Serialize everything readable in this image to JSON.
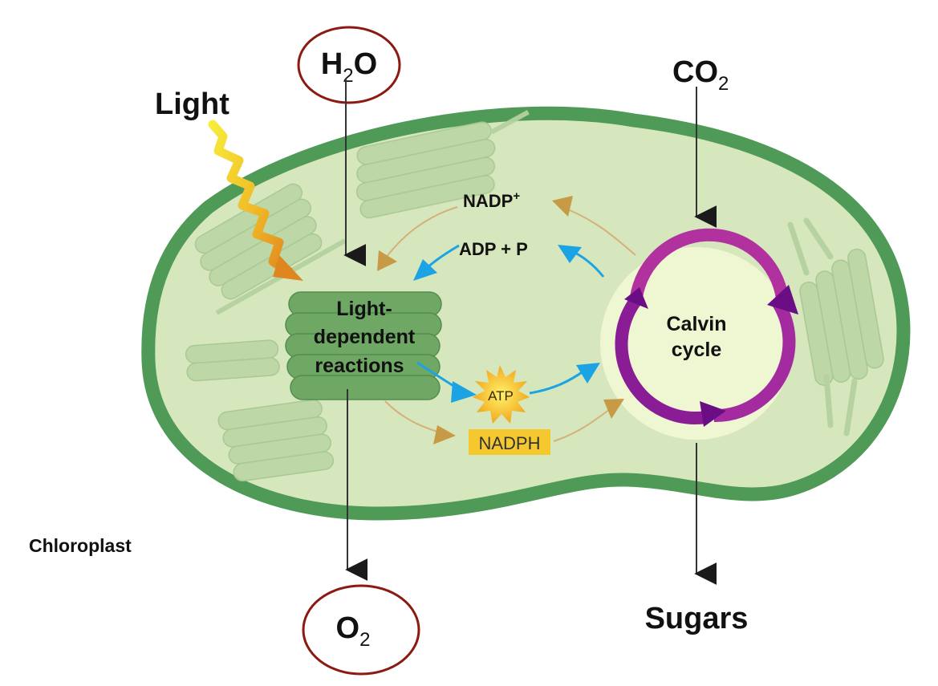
{
  "diagram": {
    "title": "Photosynthesis in the chloroplast",
    "labels": {
      "light": "Light",
      "h2o_main": "H",
      "h2o_sub": "2",
      "h2o_end": "O",
      "co2_main": "CO",
      "co2_sub": "2",
      "o2_main": "O",
      "o2_sub": "2",
      "sugars": "Sugars",
      "chloroplast": "Chloroplast",
      "ldr_line1": "Light-",
      "ldr_line2": "dependent",
      "ldr_line3": "reactions",
      "calvin_line1": "Calvin",
      "calvin_line2": "cycle",
      "nadp_plus": "NADP",
      "nadp_plus_sup": "+",
      "adp_p": "ADP + P",
      "atp": "ATP",
      "nadph": "NADPH"
    },
    "flows": [
      {
        "from": "Light",
        "to": "Light-dependent reactions"
      },
      {
        "from": "H2O",
        "to": "Light-dependent reactions"
      },
      {
        "from": "Light-dependent reactions",
        "to": "O2"
      },
      {
        "from": "Light-dependent reactions",
        "to": "ATP"
      },
      {
        "from": "Light-dependent reactions",
        "to": "NADPH"
      },
      {
        "from": "ATP",
        "to": "Calvin cycle"
      },
      {
        "from": "NADPH",
        "to": "Calvin cycle"
      },
      {
        "from": "Calvin cycle",
        "to": "ADP + P"
      },
      {
        "from": "Calvin cycle",
        "to": "NADP+"
      },
      {
        "from": "ADP + P",
        "to": "Light-dependent reactions"
      },
      {
        "from": "NADP+",
        "to": "Light-dependent reactions"
      },
      {
        "from": "CO2",
        "to": "Calvin cycle"
      },
      {
        "from": "Calvin cycle",
        "to": "Sugars"
      }
    ],
    "colors": {
      "membrane": "#4e9a56",
      "stroma": "#d6e6bd",
      "thylakoid_faded": "#bcd6a6",
      "thylakoid_active": "#6fa764",
      "calvin_bg": "#eef7d2",
      "calvin_ring_light": "#c23ba8",
      "calvin_ring_dark": "#6b0e86",
      "atp_arrow": "#1ca3e3",
      "nadp_arrow": "#c79b45",
      "light_start": "#f7e93a",
      "light_end": "#e08a22",
      "highlight_circle": "#8b1a12",
      "atp_star": "#f6c12a",
      "nadph_box": "#f4c82e"
    }
  }
}
